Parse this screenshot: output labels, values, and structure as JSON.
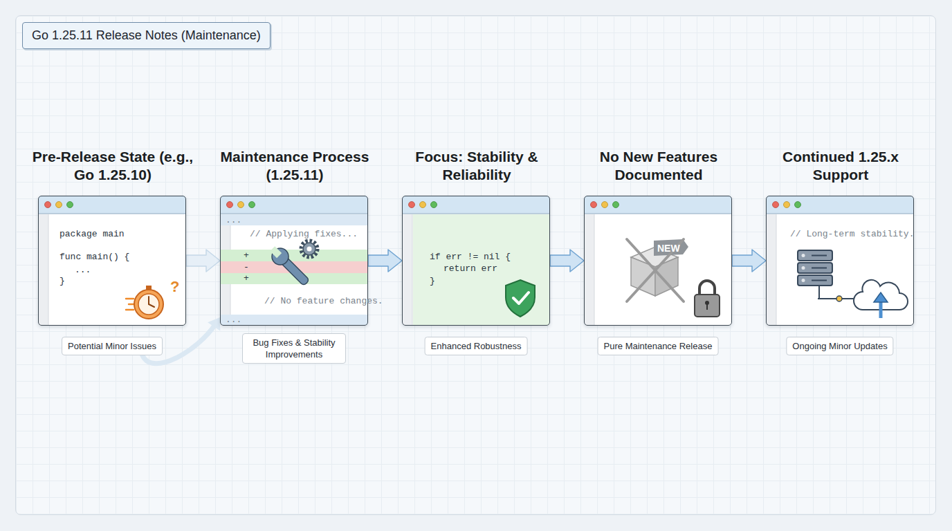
{
  "diagram": {
    "title": "Go 1.25.11 Release Notes (Maintenance)",
    "nodes": [
      {
        "text": [
          "Pre-Release State (e.g., Go 1.25.10)",
          "package main",
          "func main() {",
          "...",
          "}"
        ]
      },
      {
        "text": [
          "Potential Minor Issues"
        ]
      },
      {
        "text": [
          "Maintenance Process (1.25.11)",
          "...",
          "// Applying fixes...",
          "+",
          "-",
          "+",
          "// No feature changes.",
          "..."
        ]
      },
      {
        "text": [
          "Bug Fixes & Stability Improvements"
        ]
      },
      {
        "text": [
          "Focus: Stability & Reliability",
          "if err != nil {",
          "return err",
          "}"
        ]
      },
      {
        "text": [
          "Enhanced Robustness"
        ]
      },
      {
        "text": [
          "No New Features Documented",
          "NEW"
        ]
      },
      {
        "text": [
          "Pure Maintenance Release"
        ]
      },
      {
        "text": [
          "Continued 1.25.x Support",
          "// Long-term stability."
        ]
      },
      {
        "text": [
          "Ongoing Minor Updates"
        ]
      }
    ],
    "edges": [
      {
        "from": 0,
        "to": 2,
        "arrow": "to"
      },
      {
        "from": 1,
        "to": 2,
        "arrow": "to"
      },
      {
        "from": 2,
        "to": 4,
        "arrow": "to"
      },
      {
        "from": 4,
        "to": 6,
        "arrow": "to"
      },
      {
        "from": 6,
        "to": 8,
        "arrow": "to"
      }
    ],
    "labels": [
      "?"
    ]
  }
}
